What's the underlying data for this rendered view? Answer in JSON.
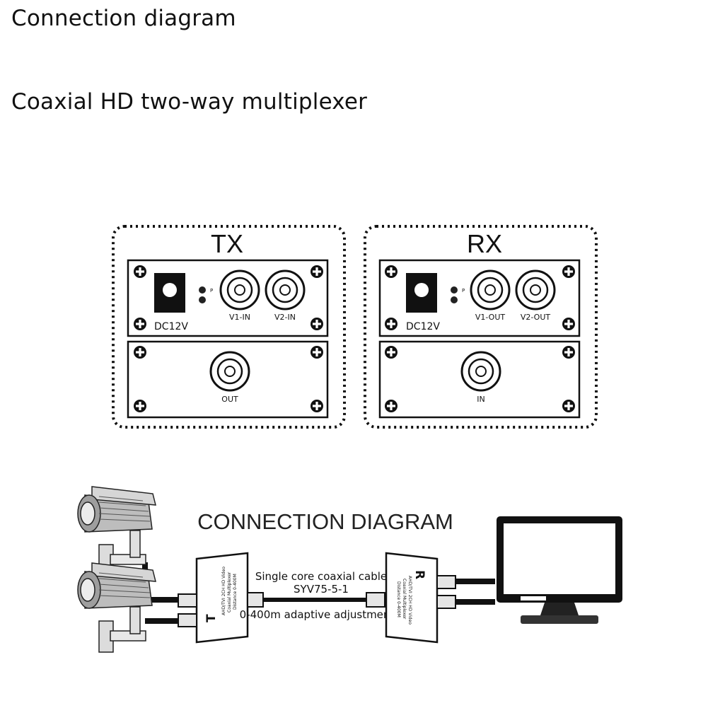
{
  "header": {
    "title": "Connection diagram",
    "subtitle": "Coaxial HD two-way multiplexer"
  },
  "tx_panel": {
    "title": "TX",
    "power_label": "DC12V",
    "led_label": "P",
    "input1_label": "V1-IN",
    "input2_label": "V2-IN",
    "output_label": "OUT"
  },
  "rx_panel": {
    "title": "RX",
    "power_label": "DC12V",
    "led_label": "P",
    "output1_label": "V1-OUT",
    "output2_label": "V2-OUT",
    "input_label": "IN"
  },
  "connection": {
    "title": "CONNECTION DIAGRAM",
    "cable_line1": "Single core coaxial cable",
    "cable_line2": "SYV75-5-1",
    "cable_line3": "0-400m adaptive adjustment",
    "transmitter_letter": "T",
    "receiver_letter": "R",
    "transmitter_print": [
      "AHD/TVI 2CH HD Video",
      "Coaxial Multiplexer",
      "Distance 0-400M"
    ],
    "receiver_print": [
      "AHD/TVI 2CH HD Video",
      "Coaxial Multiplexer",
      "Distance 0-400M"
    ]
  }
}
